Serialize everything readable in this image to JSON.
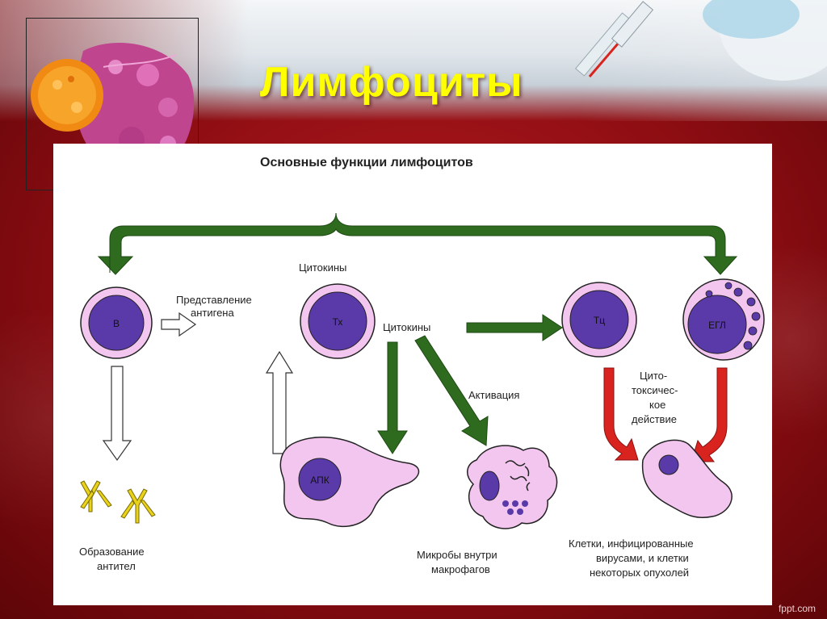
{
  "slide": {
    "title": "Лимфоциты",
    "watermark": "fppt.com"
  },
  "diagram": {
    "heading": "Основные функции лимфоцитов",
    "cells": {
      "b": "В",
      "th": "Тх",
      "tc": "Тц",
      "ngl": "ЕГЛ",
      "apc": "АПК"
    },
    "labels": {
      "cytokines_top": "Цитокины",
      "antigen_line1": "Представление",
      "antigen_line2": "антигена",
      "cytokines_mid": "Цитокины",
      "activation": "Активация",
      "cyto_line1": "Цито-",
      "cyto_line2": "токсичес-",
      "cyto_line3": "кое",
      "cyto_line4": "действие",
      "antibodies_line1": "Образование",
      "antibodies_line2": "антител",
      "microbes_line1": "Микробы внутри",
      "microbes_line2": "макрофагов",
      "infected_line1": "Клетки, инфицированные",
      "infected_line2": "вирусами, и клетки",
      "infected_line3": "некоторых опухолей"
    },
    "colors": {
      "green_arrow": "#2e6b1f",
      "red_arrow": "#d8231f",
      "cell_outer": "#f3c6f0",
      "cell_nucleus": "#5a3aa8",
      "antibody": "#e8d21a"
    }
  }
}
